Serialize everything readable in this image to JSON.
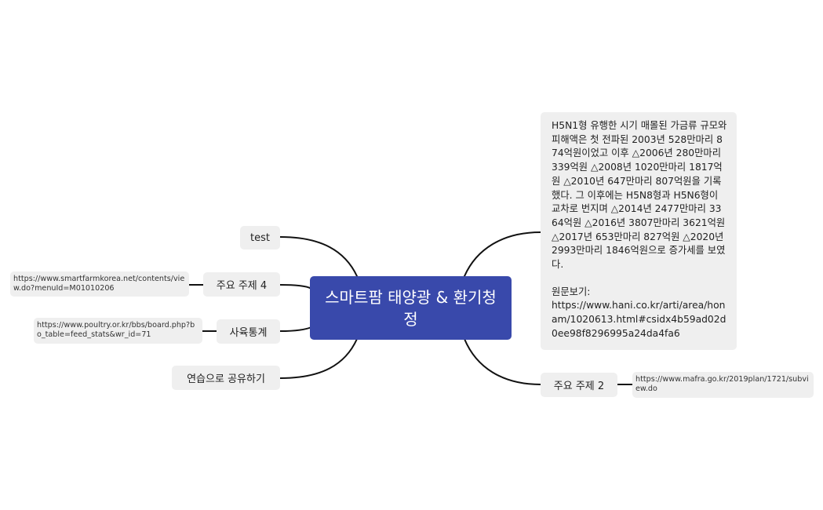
{
  "central_topic": "스마트팜 태양광 & 환기청정",
  "left_branches": [
    {
      "label": "test"
    },
    {
      "label": "주요 주제 4",
      "link": "https://www.smartfarmkorea.net/contents/view.do?menuId=M01010206"
    },
    {
      "label": "사육통계",
      "link": "https://www.poultry.or.kr/bbs/board.php?bo_table=feed_stats&wr_id=71"
    },
    {
      "label": "연습으로 공유하기"
    }
  ],
  "right_branches": [
    {
      "note_lines": [
        "H5N1형 유행한 시기 매몰된 가금류 규모와 피해액은 첫 전파된 2003년 528만마리 874억원이었고 이후 △2006년 280만마리 339억원 △2008년 1020만마리 1817억원 △2010년 647만마리 807억원을 기록했다. 그 이후에는 H5N8형과 H5N6형이 교차로 번지며 △2014년 2477만마리 3364억원 △2016년 3807만마리 3621억원 △2017년 653만마리 827억원 △2020년 2993만마리 1846억원으로 증가세를 보였다.",
        "원문보기:",
        "https://www.hani.co.kr/arti/area/honam/1020613.html#csidx4b59ad02d0ee98f8296995a24da4fa6"
      ]
    },
    {
      "label": "주요 주제 2",
      "link": "https://www.mafra.go.kr/2019plan/1721/subview.do"
    }
  ],
  "colors": {
    "central_fill": "#3949ab",
    "node_fill": "#efefef",
    "connector": "#111111"
  }
}
